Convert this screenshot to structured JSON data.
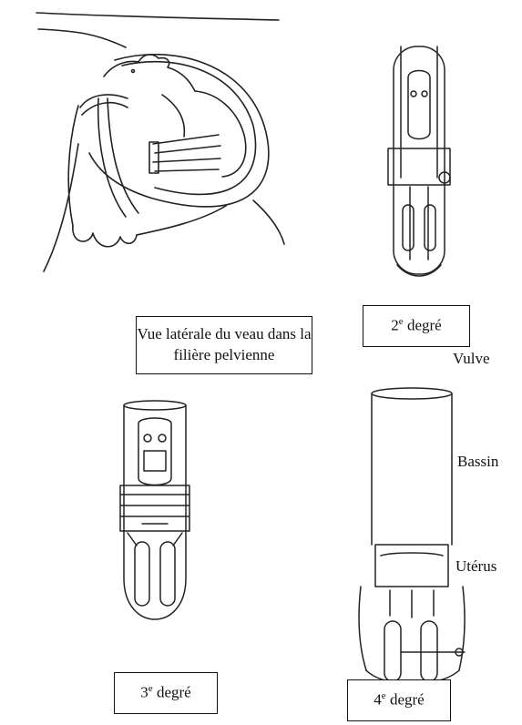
{
  "captions": {
    "lateral_view": "Vue latérale du veau dans la filière pelvienne",
    "second": {
      "num": "2",
      "sup": "e",
      "word": " degré"
    },
    "third": {
      "num": "3",
      "sup": "e",
      "word": " degré"
    },
    "fourth": {
      "num": "4",
      "sup": "e",
      "word": " degré"
    }
  },
  "labels": {
    "vulve": "Vulve",
    "bassin": "Bassin",
    "uterus": "Utérus"
  }
}
